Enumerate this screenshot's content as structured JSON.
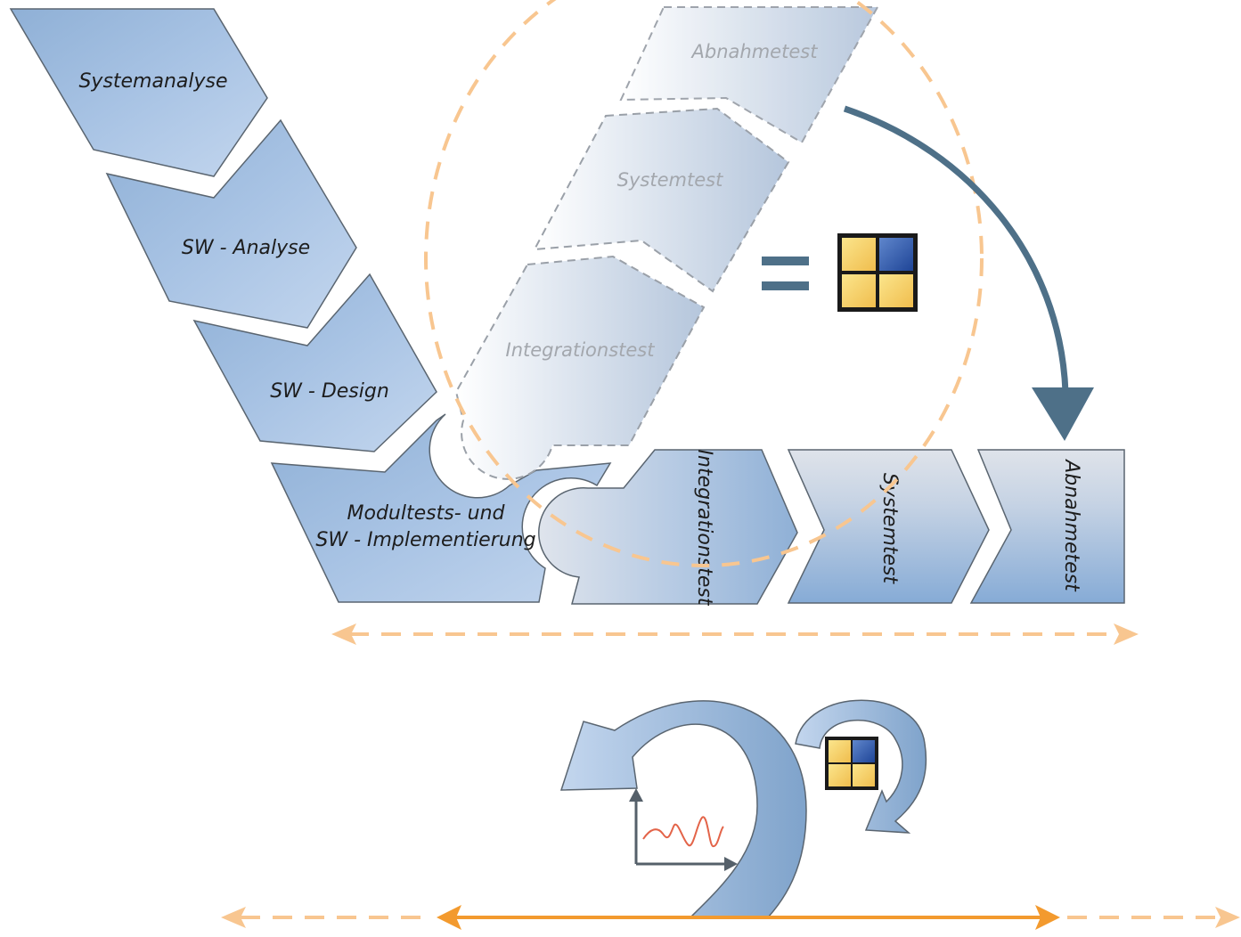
{
  "left_phases": {
    "systemanalyse": "Systemanalyse",
    "sw_analyse": "SW - Analyse",
    "sw_design": "SW - Design",
    "implementation_line1": "Modultests- und",
    "implementation_line2": "SW - Implementierung"
  },
  "ghost_phases": {
    "abnahmetest": "Abnahmetest",
    "systemtest": "Systemtest",
    "integrationstest": "Integrationstest"
  },
  "rotated_phases": {
    "integrationstest": "Integrationstest",
    "systemtest": "Systemtest",
    "abnahmetest": "Abnahmetest"
  },
  "colors": {
    "shape_blue": "#9fbcdd",
    "shape_stroke": "#5a6570",
    "dashed_orange": "#f8c690",
    "timeline_orange": "#f39a2e",
    "arrow_teal": "#4e7088",
    "tile_yellow": "#f4d169",
    "tile_blue": "#2a55a8",
    "signal_red": "#e36449"
  },
  "icons": {
    "equals": "equals-icon",
    "quad_tile": "quad-tile-icon",
    "signal_plot": "signal-plot-icon"
  }
}
